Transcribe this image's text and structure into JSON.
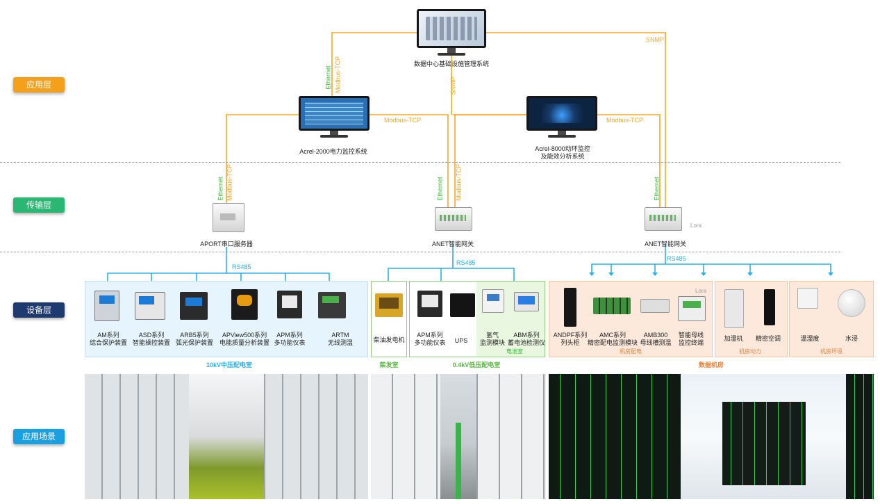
{
  "colors": {
    "ethernet": "#f5a623",
    "rs485": "#2ab0e8",
    "layer_app": "#f5a01a",
    "layer_trans": "#2bb673",
    "layer_dev": "#1f3a6e",
    "layer_scene": "#1aa0e0"
  },
  "layers": {
    "app": "应用层",
    "transport": "传输层",
    "device": "设备层",
    "scene": "应用场景"
  },
  "systems": {
    "top": "数据中心基础设施管理系统",
    "left": "Acrel-2000电力监控系统",
    "right_l1": "Acrel-8000动环监控",
    "right_l2": "及能效分析系统"
  },
  "links": {
    "ethernet": "Ethernet",
    "modbus": "Modbus-TCP",
    "snmp": "SNMP",
    "rs485": "RS485",
    "lora": "Lora"
  },
  "gateways": {
    "aport": "APORT串口服务器",
    "anet1": "ANET智能网关",
    "anet2": "ANET智能网关"
  },
  "devices": [
    {
      "l1": "AM系列",
      "l2": "综合保护装置",
      "icon": "relay-icon"
    },
    {
      "l1": "ASD系列",
      "l2": "智能操控装置",
      "icon": "relay-icon"
    },
    {
      "l1": "ARB5系列",
      "l2": "弧光保护装置",
      "icon": "relay-icon"
    },
    {
      "l1": "APView500系列",
      "l2": "电能质量分析装置",
      "icon": "analyzer-icon"
    },
    {
      "l1": "APM系列",
      "l2": "多功能仪表",
      "icon": "meter-icon"
    },
    {
      "l1": "ARTM",
      "l2": "无线测温",
      "icon": "temp-sensor-icon"
    },
    {
      "l1": "柴油发电机",
      "l2": "",
      "icon": "generator-icon"
    },
    {
      "l1": "APM系列",
      "l2": "多功能仪表",
      "icon": "meter-icon"
    },
    {
      "l1": "UPS",
      "l2": "",
      "icon": "ups-icon"
    },
    {
      "l1": "氢气",
      "l2": "监测模块",
      "icon": "hydrogen-sensor-icon"
    },
    {
      "l1": "ABM系列",
      "l2": "蓄电池检测仪",
      "icon": "battery-monitor-icon"
    },
    {
      "l1": "ANDPF系列",
      "l2": "列头柜",
      "icon": "cabinet-icon"
    },
    {
      "l1": "AMC系列",
      "l2": "精密配电监测模块",
      "icon": "module-icon"
    },
    {
      "l1": "AMB300",
      "l2": "母线槽测温",
      "icon": "busbar-sensor-icon"
    },
    {
      "l1": "智能母线",
      "l2": "监控终端",
      "icon": "terminal-icon"
    },
    {
      "l1": "加湿机",
      "l2": "",
      "icon": "humidifier-icon"
    },
    {
      "l1": "精密空调",
      "l2": "",
      "icon": "aircon-icon"
    },
    {
      "l1": "温湿度",
      "l2": "",
      "icon": "thermo-hygrometer-icon"
    },
    {
      "l1": "水浸",
      "l2": "",
      "icon": "water-leak-sensor-icon"
    }
  ],
  "subgroups": {
    "battery_room": "电池室",
    "room_power": "机房配电",
    "room_hvac": "机房动力",
    "room_env": "机房环境"
  },
  "rooms": {
    "mv": "10kV中压配电室",
    "gen": "柴发室",
    "lv": "0.4kV低压配电室",
    "dc": "数据机房"
  }
}
